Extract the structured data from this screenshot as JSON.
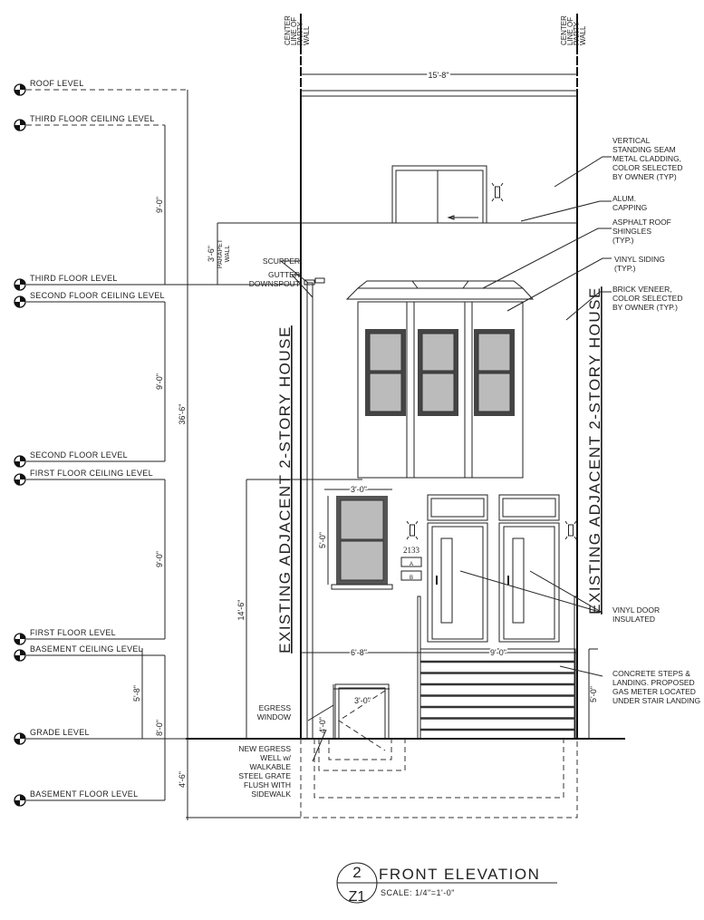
{
  "levels": {
    "roof": "ROOF LEVEL",
    "third_ceiling": "THIRD FLOOR CEILING LEVEL",
    "third_floor": "THIRD FLOOR LEVEL",
    "second_ceiling": "SECOND FLOOR CEILING LEVEL",
    "second_floor": "SECOND FLOOR LEVEL",
    "first_ceiling": "FIRST FLOOR CEILING LEVEL",
    "first_floor": "FIRST FLOOR LEVEL",
    "basement_ceiling": "BASEMENT CEILING LEVEL",
    "grade": "GRADE LEVEL",
    "basement_floor": "BASEMENT FLOOR LEVEL"
  },
  "dimensions": {
    "overall_width": "15'-8\"",
    "third_floor_height": "9'-0\"",
    "second_floor_height": "9'-0\"",
    "first_floor_height": "9'-0\"",
    "overall_height": "36'-6\"",
    "parapet": "3'-6\"",
    "parapet_label_1": "PARAPET",
    "parapet_label_2": "WALL",
    "first_to_grade": "14'-6\"",
    "basement_above_grade": "5'-8\"",
    "basement_height": "8'-0\"",
    "below_grade": "4'-6\"",
    "window_width": "3'-0\"",
    "window_height": "5'-0\"",
    "left_section": "6'-8\"",
    "right_section": "9'-0\"",
    "steps_height": "5'-0\"",
    "egress_width": "3'-0\"",
    "egress_height": "4'-0\""
  },
  "party_wall": [
    "CENTER",
    "LINE OF",
    "PARTY",
    "WALL"
  ],
  "adjacent_label": "EXISTING ADJACENT 2-STORY HOUSE",
  "address": "2133",
  "mailboxes": [
    "A",
    "B"
  ],
  "notes": {
    "scupper": "SCUPPER",
    "gutter": [
      "GUTTER",
      "DOWNSPOUT"
    ],
    "cladding": [
      "VERTICAL",
      "STANDING SEAM",
      "METAL CLADDING,",
      "COLOR SELECTED",
      "BY OWNER (TYP)"
    ],
    "capping": [
      "ALUM.",
      "CAPPING"
    ],
    "shingles": [
      "ASPHALT ROOF",
      "SHINGLES",
      "(TYP.)"
    ],
    "siding": [
      "VINYL SIDING",
      "(TYP.)"
    ],
    "brick": [
      "BRICK VENEER,",
      "COLOR SELECTED",
      "BY OWNER (TYP.)"
    ],
    "door": [
      "VINYL DOOR",
      "INSULATED"
    ],
    "steps": [
      "CONCRETE STEPS &",
      "LANDING. PROPOSED",
      "GAS METER LOCATED",
      "UNDER STAIR LANDING"
    ],
    "egress_window": [
      "EGRESS",
      "WINDOW"
    ],
    "egress_well": [
      "NEW EGRESS",
      "WELL w/",
      "WALKABLE",
      "STEEL GRATE",
      "FLUSH WITH",
      "SIDEWALK"
    ]
  },
  "title_block": {
    "detail_number": "2",
    "sheet": "Z1",
    "title": "FRONT ELEVATION",
    "scale": "SCALE: 1/4\"=1'-0\""
  }
}
